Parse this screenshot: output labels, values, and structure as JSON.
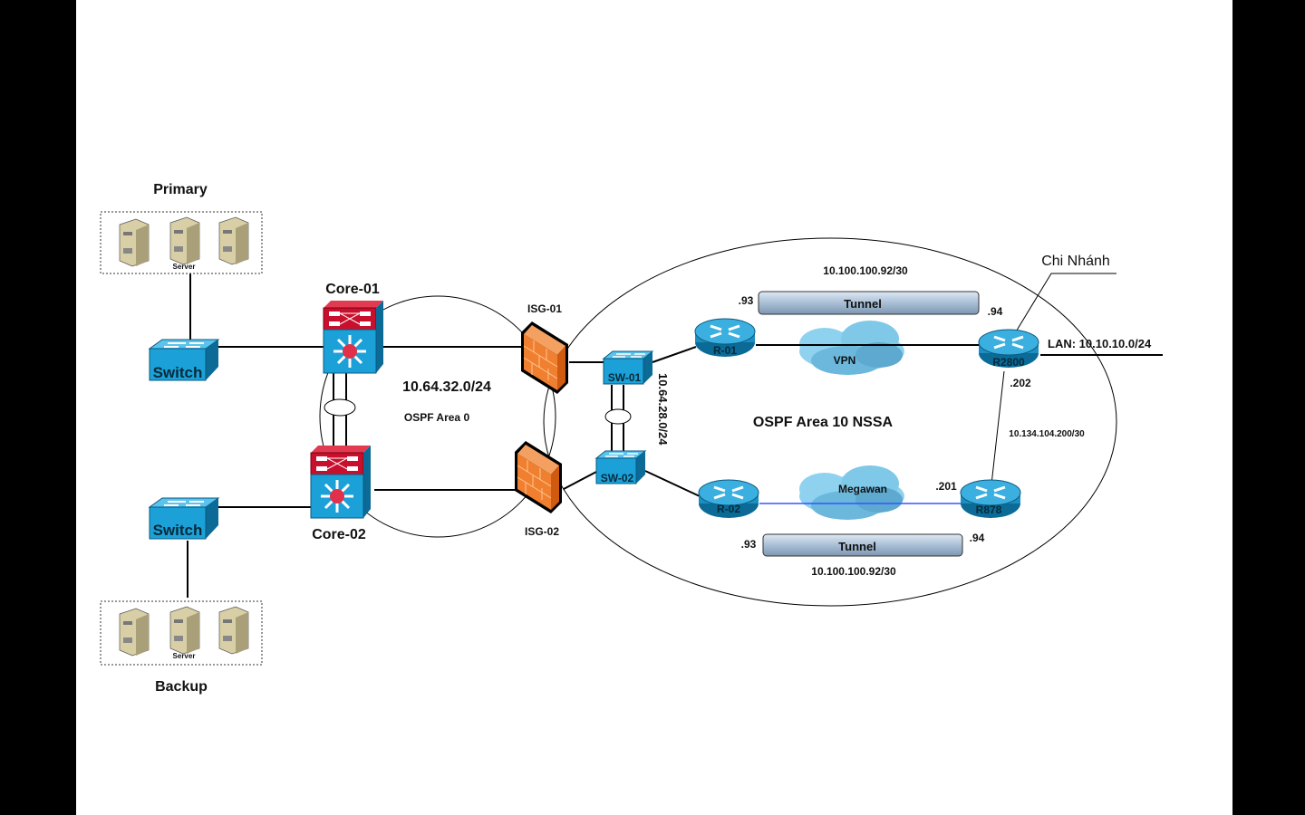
{
  "labels": {
    "primary": "Primary",
    "backup": "Backup",
    "server": "Server",
    "switch1": "Switch",
    "switch2": "Switch",
    "core01": "Core-01",
    "core02": "Core-02",
    "isg01": "ISG-01",
    "isg02": "ISG-02",
    "sw01": "SW-01",
    "sw02": "SW-02",
    "r01": "R-01",
    "r02": "R-02",
    "r2800": "R2800",
    "r878": "R878",
    "chi_nhanh": "Chi Nhánh"
  },
  "networks": {
    "core_subnet": "10.64.32.0/24",
    "area0": "OSPF Area 0",
    "sw_subnet": "10.64.28.0/24",
    "area10": "OSPF Area 10 NSSA",
    "tunnel_top_subnet": "10.100.100.92/30",
    "tunnel_bottom_subnet": "10.100.100.92/30",
    "lan": "LAN: 10.10.10.0/24",
    "branch_link": "10.134.104.200/30"
  },
  "tunnels": {
    "top": {
      "label": "Tunnel",
      "left_ip": ".93",
      "right_ip": ".94"
    },
    "bottom": {
      "label": "Tunnel",
      "left_ip": ".93",
      "right_ip": ".94"
    }
  },
  "clouds": {
    "vpn": "VPN",
    "megawan": "Megawan"
  },
  "ips": {
    "r2800_link": ".202",
    "r878_link": ".201"
  },
  "colors": {
    "switch": "#1ba1d8",
    "core_top": "#c8102e",
    "firewall": "#f08030",
    "router": "#1b8fc0",
    "tunnel": "#a9bfd6",
    "cloud": "#7fc8e8",
    "megawan_link": "#3355ff"
  }
}
